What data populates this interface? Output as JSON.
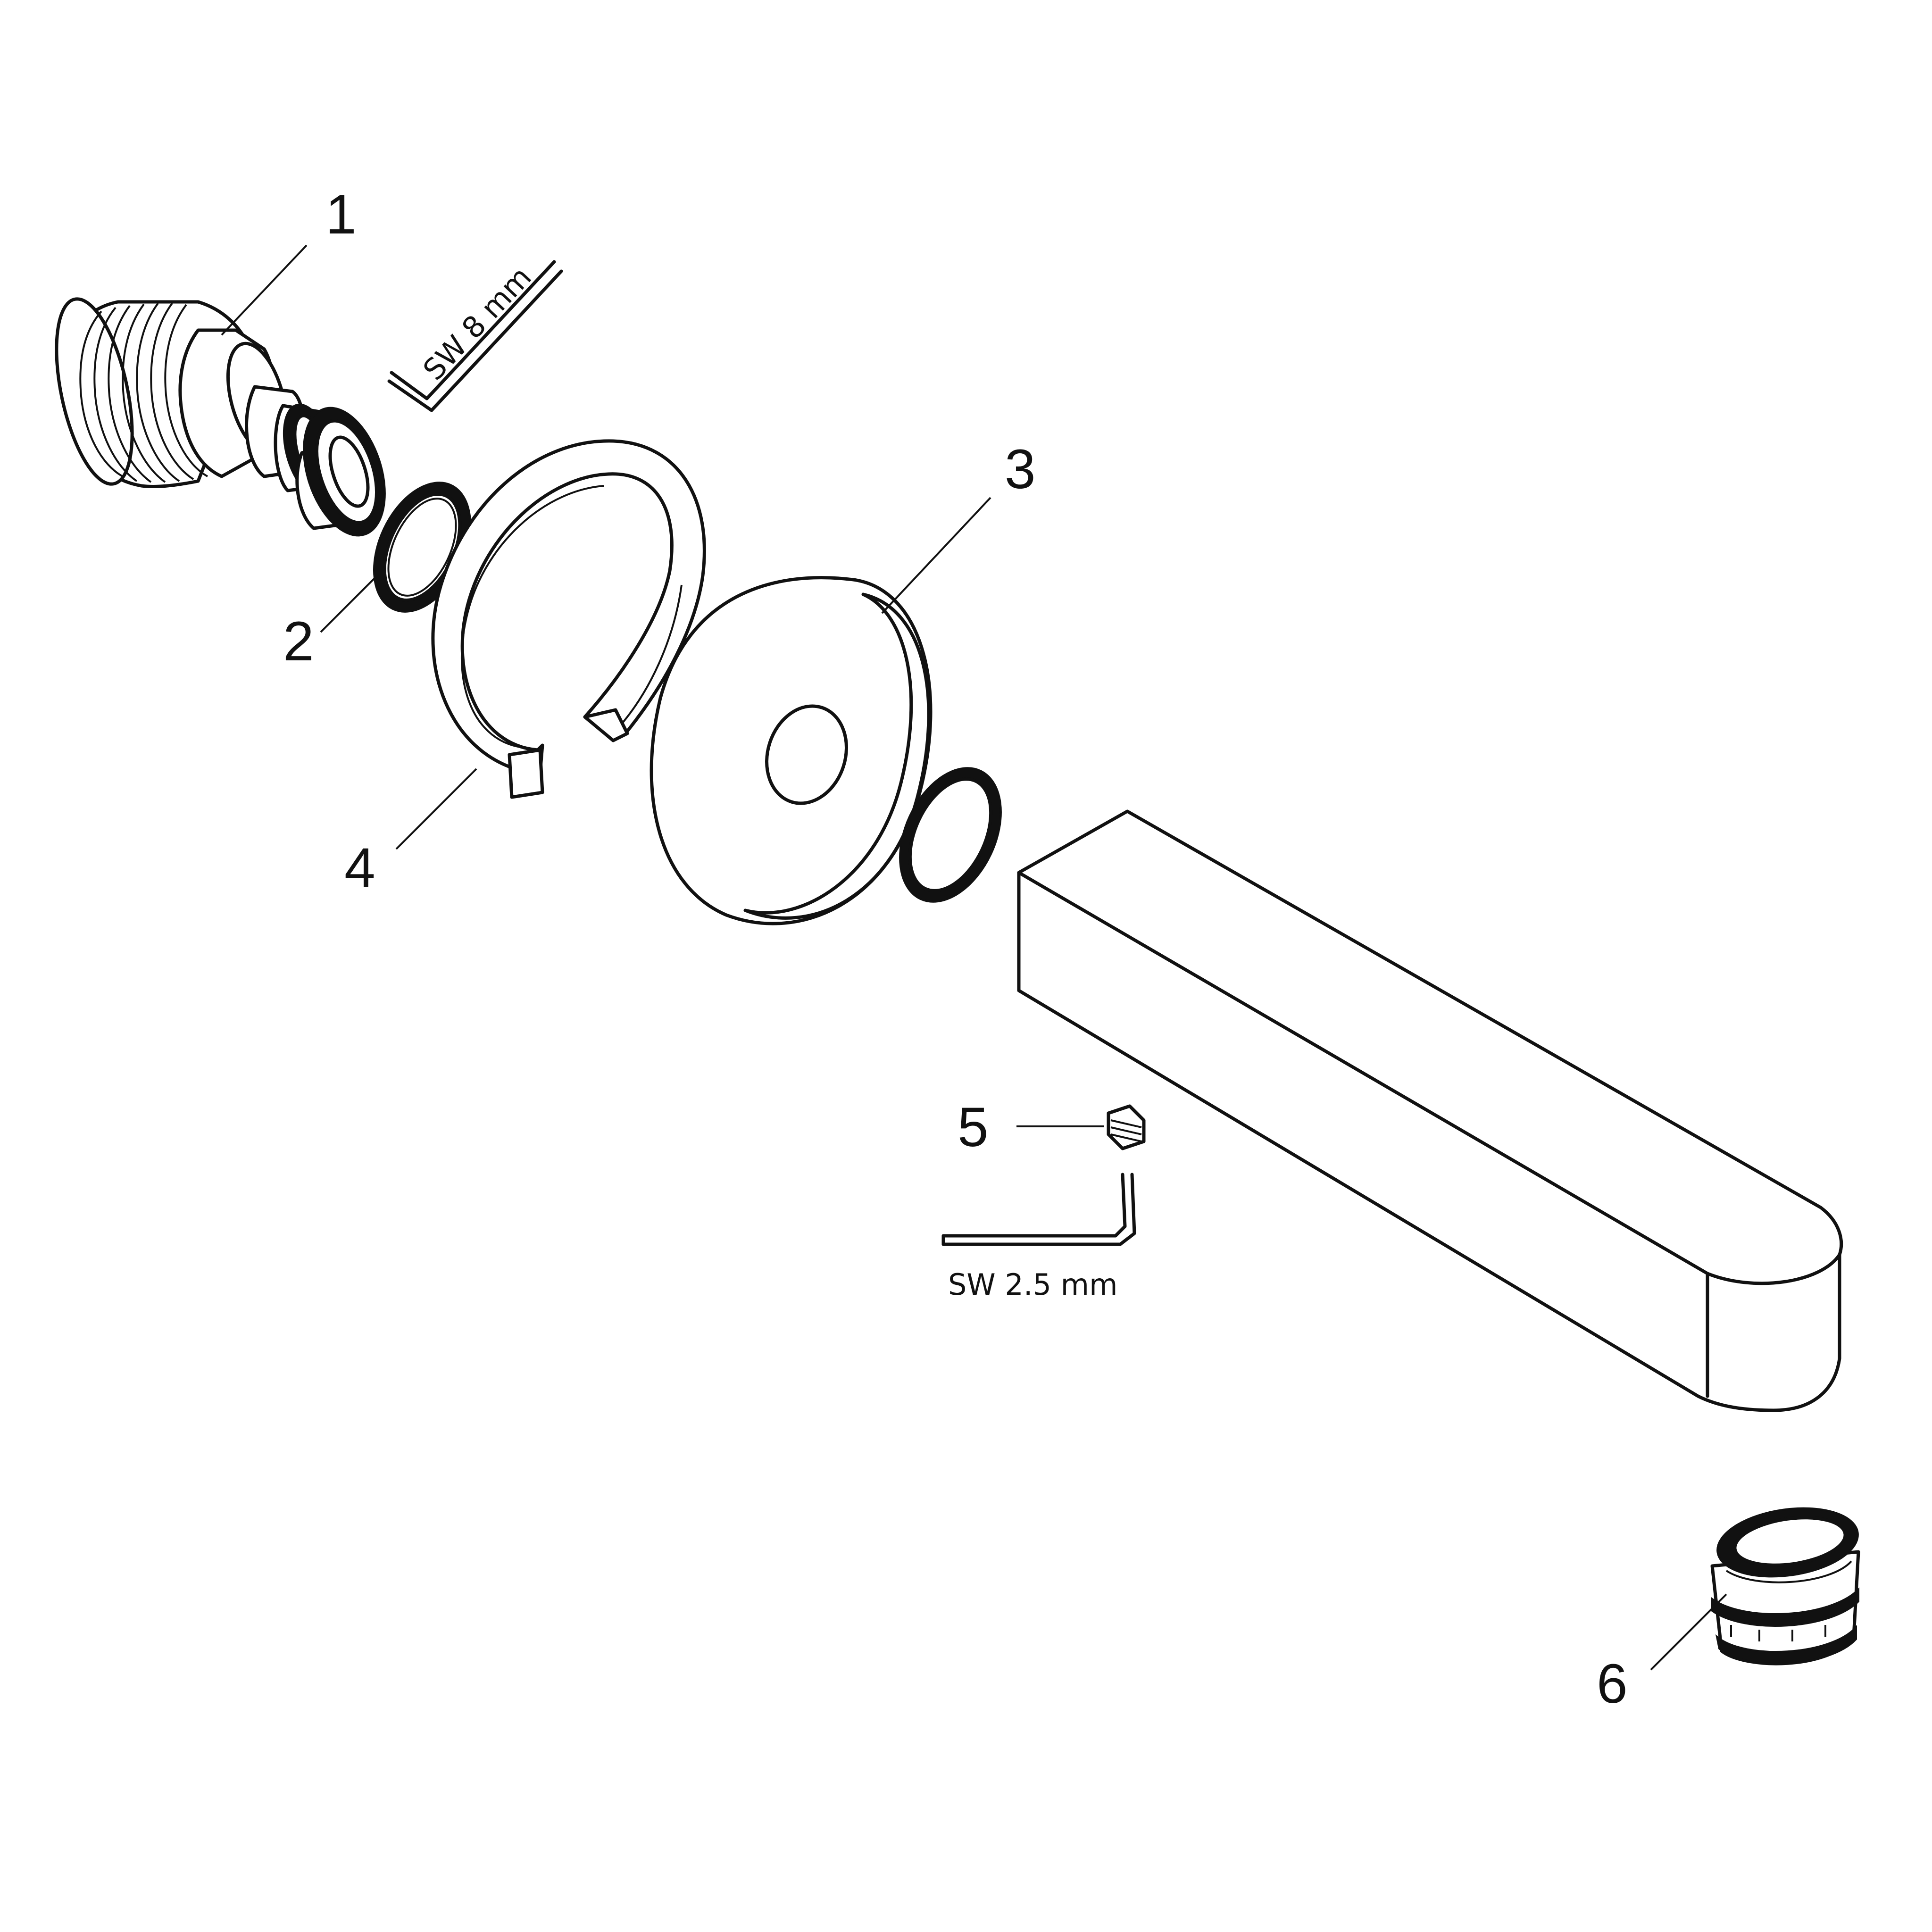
{
  "diagram": {
    "callouts": [
      {
        "id": "1",
        "label": "1"
      },
      {
        "id": "2",
        "label": "2"
      },
      {
        "id": "3",
        "label": "3"
      },
      {
        "id": "4",
        "label": "4"
      },
      {
        "id": "5",
        "label": "5"
      },
      {
        "id": "6",
        "label": "6"
      }
    ],
    "tools": {
      "hex_key_large": "SW 8 mm",
      "hex_key_small": "SW 2.5 mm"
    },
    "colors": {
      "line": "#111111",
      "background": "#ffffff"
    }
  }
}
